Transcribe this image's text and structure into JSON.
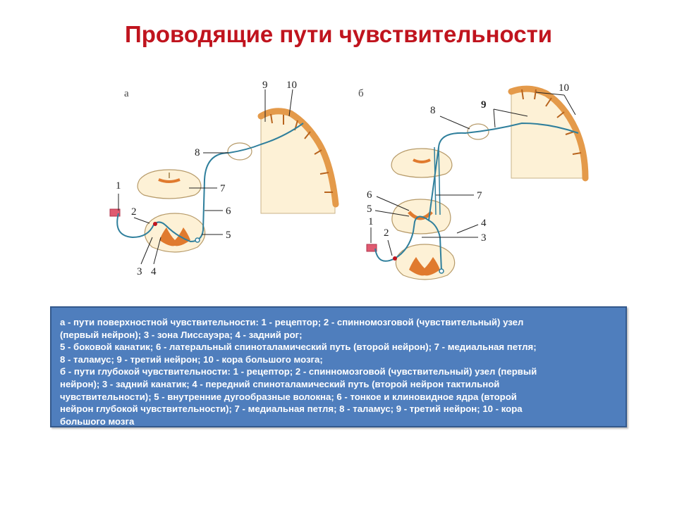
{
  "title": "Проводящие пути чувствительности",
  "figure": {
    "panel_a": {
      "letter": "а",
      "labels": {
        "l1": "1",
        "l2": "2",
        "l3": "3",
        "l4": "4",
        "l5": "5",
        "l6": "6",
        "l7": "7",
        "l8": "8",
        "l9": "9",
        "l10": "10"
      }
    },
    "panel_b": {
      "letter": "б",
      "labels": {
        "l1": "1",
        "l2": "2",
        "l3": "3",
        "l4": "4",
        "l5": "5",
        "l6": "6",
        "l7": "7",
        "l8": "8",
        "l9": "9",
        "l10": "10"
      }
    }
  },
  "caption": {
    "lines": [
      "а - пути поверхностной чувствительности: 1 - рецептор; 2 - спинномозговой (чувствительный) узел",
      "(первый нейрон); 3 - зона Лиссауэра; 4 - задний рог;",
      "5 - боковой канатик; 6 - латеральный спиноталамический путь (второй нейрон); 7 - медиальная петля;",
      "8 - таламус; 9 - третий нейрон; 10 - кора большого мозга;",
      "б - пути глубокой чувствительности: 1 - рецептор; 2 - спинномозговой (чувствительный) узел (первый",
      "нейрон); 3 - задний канатик; 4 - передний спиноталамический путь (второй нейрон тактильной",
      "чувствительности); 5 - внутренние дугообразные волокна; 6 - тонкое и клиновидное ядра (второй",
      "нейрон глубокой чувствительности); 7 - медиальная петля; 8 - таламус; 9 - третий нейрон; 10 - кора",
      "большого мозга"
    ]
  },
  "colors": {
    "title": "#c0141e",
    "caption_bg": "#4f7ebd",
    "pathway": "#2f7f9c",
    "cortex": "#e49a4a",
    "tissue": "#fdf1d6",
    "gray_matter": "#e07a2e",
    "receptor": "#e05a70"
  }
}
